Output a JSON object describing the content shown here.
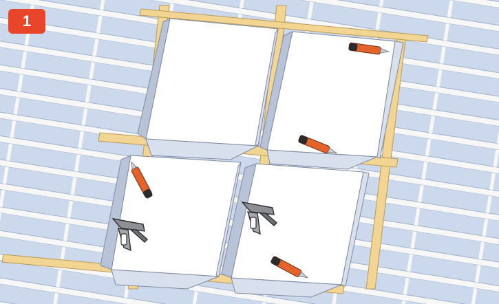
{
  "step": {
    "number": "1"
  },
  "colors": {
    "background": "#dfe7f3",
    "tile": "#ccd9ec",
    "batten": "#f7f7f7",
    "timber": "#f2d592",
    "timber_edge": "#b89a55",
    "foil_light": "#ffffff",
    "foil_side": "#d8e0ee",
    "foil_dark": "#b8c3d8",
    "badge": "#e8452b",
    "cutter_body": "#e3632a",
    "cutter_dark": "#2b2b2b",
    "stapler": "#8c8f94"
  },
  "icons": [
    "roof-battens",
    "roof-tiles",
    "insulation-foil-panel",
    "utility-knife-icon",
    "staple-gun-icon"
  ]
}
